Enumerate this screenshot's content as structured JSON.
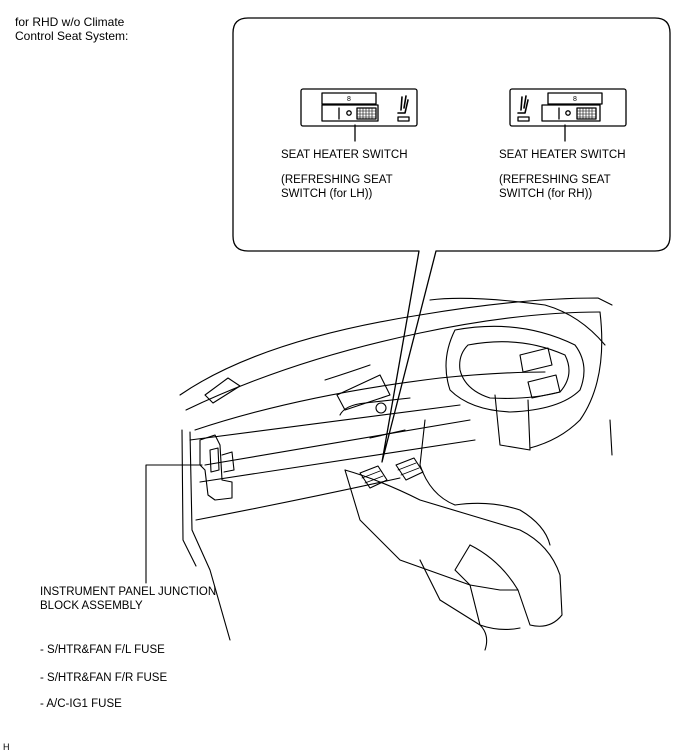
{
  "header_note": "for RHD w/o Climate\nControl Seat System:",
  "left_switch": {
    "title": "SEAT HEATER SWITCH",
    "subtitle": "(REFRESHING SEAT\nSWITCH (for LH))",
    "display_digit": "8"
  },
  "right_switch": {
    "title": "SEAT HEATER SWITCH",
    "subtitle": "(REFRESHING SEAT\nSWITCH (for RH))",
    "display_digit": "8"
  },
  "junction_block": {
    "label": "INSTRUMENT PANEL JUNCTION\nBLOCK ASSEMBLY"
  },
  "fuses": [
    "- S/HTR&FAN F/L FUSE",
    "- S/HTR&FAN F/R FUSE",
    "- A/C-IG1 FUSE"
  ],
  "corner_mark": "H"
}
